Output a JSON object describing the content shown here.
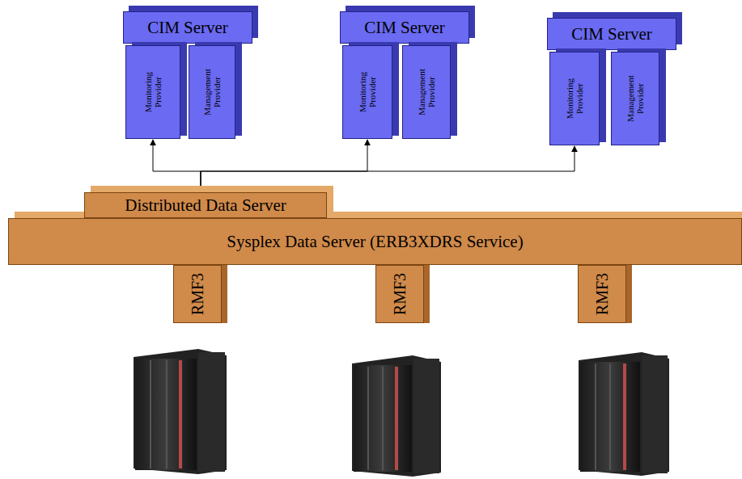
{
  "diagram": {
    "nodes": [
      {
        "text": [
          "CIM Server"
        ]
      },
      {
        "text": [
          "Monitoring Provider"
        ],
        "in": 0
      },
      {
        "text": [
          "Management Provider"
        ],
        "in": 0
      },
      {
        "text": [
          "CIM Server"
        ]
      },
      {
        "text": [
          "Monitoring Provider"
        ],
        "in": 3
      },
      {
        "text": [
          "Management Provider"
        ],
        "in": 3
      },
      {
        "text": [
          "CIM Server"
        ]
      },
      {
        "text": [
          "Monitoring Provider"
        ],
        "in": 6
      },
      {
        "text": [
          "Management Provider"
        ],
        "in": 6
      },
      {
        "text": [
          "Distributed Data Server"
        ]
      },
      {
        "text": [
          "Sysplex Data Server (ERB3XDRS Service)"
        ]
      },
      {
        "text": [
          "RMF3"
        ]
      },
      {
        "text": [
          "RMF3"
        ]
      },
      {
        "text": [
          "RMF3"
        ]
      }
    ],
    "edges": [
      {
        "from": 9,
        "to": 1,
        "arrow": "to"
      },
      {
        "from": 9,
        "to": 4,
        "arrow": "to"
      },
      {
        "from": 9,
        "to": 7,
        "arrow": "to"
      }
    ]
  }
}
